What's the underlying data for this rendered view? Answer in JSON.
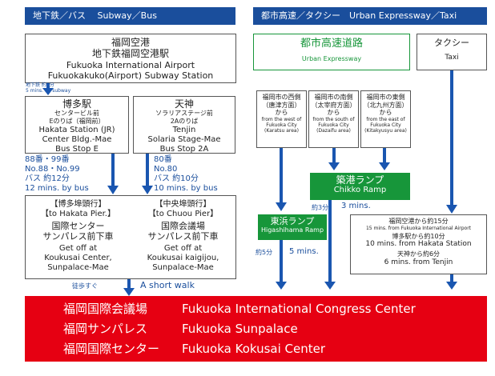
{
  "headers": {
    "subway": "地下鉄／バス　 Subway／Bus",
    "expressway": "都市高速／タクシー　Urban Expressway／Taxi"
  },
  "airport_box": {
    "lines": [
      "福岡空港",
      "地下鉄福岡空港駅",
      "Fukuoka International Airport",
      "Fukuokakuko(Airport) Subway Station"
    ]
  },
  "subway_time": {
    "jp": "地下鉄 約5分",
    "en": "5 mins. by subway"
  },
  "hakata_box": {
    "title": "博多駅",
    "lines": [
      "センタービル前",
      "Eのりば（福岡前）",
      "Hakata Station (JR)",
      "Center Bldg.-Mae",
      "Bus Stop E"
    ]
  },
  "tenjin_box": {
    "title": "天神",
    "lines": [
      "ソラリアステージ前",
      "2Aのりば",
      "Tenjin",
      "Solaria Stage-Mae",
      "Bus Stop 2A"
    ]
  },
  "bus_hakata": {
    "route": "88番・99番",
    "route_en": "No.88・No.99",
    "time_jp": "バス 約12分",
    "time_en": "12 mins. by bus"
  },
  "bus_tenjin": {
    "route": "80番",
    "route_en": "No.80",
    "time_jp": "バス 約10分",
    "time_en": "10 mins. by bus"
  },
  "getoff_box": {
    "left": [
      "【博多埠頭行】",
      "【to Hakata Pier.】",
      "国際センター",
      "サンパレス前下車",
      "Get off at",
      "Koukusai Center,",
      "Sunpalace-Mae"
    ],
    "right": [
      "【中央埠頭行】",
      "【to Chuou Pier】",
      "国際会議場",
      "サンパレス前下車",
      "Get off at",
      "Koukusai kaigijou,",
      "Sunpalace-Mae"
    ]
  },
  "walk": {
    "jp": "徒歩すぐ",
    "en": "A short walk"
  },
  "expressway_box": {
    "jp": "都市高速道路",
    "en": "Urban Expressway"
  },
  "taxi_box": {
    "jp": "タクシー",
    "en": "Taxi"
  },
  "from_boxes": [
    {
      "lines": [
        "福岡市の西側",
        "（唐津方面）",
        "から",
        "from the west of",
        "Fukuoka City",
        "(Karatsu area)"
      ]
    },
    {
      "lines": [
        "福岡市の南側",
        "（太宰府方面）",
        "から",
        "from the south of",
        "Fukuoka City",
        "(Dazaifu area)"
      ]
    },
    {
      "lines": [
        "福岡市の東側",
        "（北九州方面）",
        "から",
        "from the east of",
        "Fukuoka City",
        "(Kitakyusyu area)"
      ]
    }
  ],
  "chikko_ramp": {
    "jp": "築港ランプ",
    "en": "Chikko Ramp"
  },
  "chikko_time": {
    "jp": "約3分",
    "en": "3 mins."
  },
  "higashihama_ramp": {
    "jp": "東浜ランプ",
    "en": "Higashihama Ramp"
  },
  "higashihama_time": {
    "jp": "約5分",
    "en": "5 mins."
  },
  "taxi_times": {
    "lines": [
      "福岡空港から約15分",
      "15 mins. from Fukuoka International Airport",
      "博多駅から約10分",
      "10 mins. from Hakata Station",
      "天神から約6分",
      "6 mins. from Tenjin"
    ]
  },
  "destination": {
    "rows": [
      {
        "jp": "福岡国際会議場",
        "en": "Fukuoka International Congress Center"
      },
      {
        "jp": "福岡サンパレス",
        "en": "Fukuoka Sunpalace"
      },
      {
        "jp": "福岡国際センター",
        "en": "Fukuoka Kokusai Center"
      }
    ]
  },
  "colors": {
    "blue": "#1a4e9c",
    "green": "#17963a",
    "red": "#e60012",
    "arrow": "#1a56b0"
  }
}
